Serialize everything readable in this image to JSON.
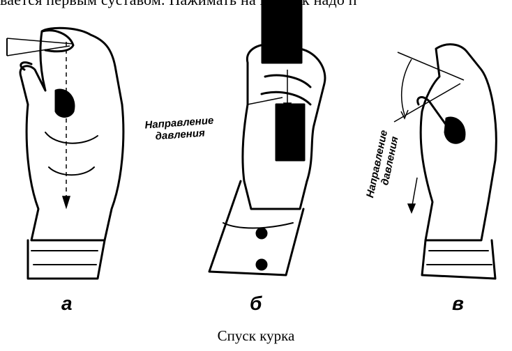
{
  "document": {
    "top_text": "вается первым суставом. Нажимать на крючок надо п",
    "figure": {
      "panels": [
        {
          "label": "а"
        },
        {
          "label": "б",
          "annotation_line1": "Направление",
          "annotation_line2": "давления"
        },
        {
          "label": "в",
          "annotation_line1": "Направление",
          "annotation_line2": "давления"
        }
      ],
      "caption": "Спуск курка"
    }
  }
}
